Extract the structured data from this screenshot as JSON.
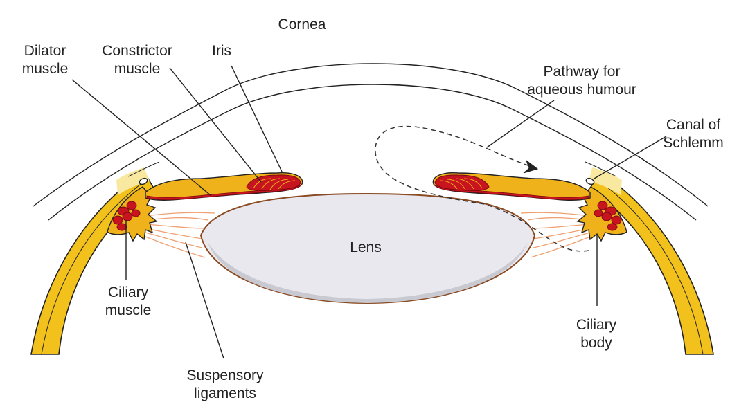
{
  "colors": {
    "sclera_fill": "#f2c11c",
    "sclera_highlight": "#f8e8a0",
    "iris_fill": "#f0b21a",
    "muscle_red": "#c8141e",
    "muscle_stroke": "#7a0a10",
    "ligament": "#efa070",
    "lens_fill": "#e8e8ee",
    "lens_stroke": "#8a4a22",
    "outline": "#222222",
    "label_text": "#222222",
    "pathway_dash": "#333333"
  },
  "icons": {
    "pathway_arrow": "dashed-arrow-icon"
  },
  "labels": {
    "cornea": "Cornea",
    "dilator": {
      "line1": "Dilator",
      "line2": "muscle"
    },
    "constrictor": {
      "line1": "Constrictor",
      "line2": "muscle"
    },
    "iris": "Iris",
    "pathway": {
      "line1": "Pathway for",
      "line2": "aqueous humour"
    },
    "canal": {
      "line1": "Canal of",
      "line2": "Schlemm"
    },
    "lens": "Lens",
    "ciliary_muscle": {
      "line1": "Ciliary",
      "line2": "muscle"
    },
    "ciliary_body": {
      "line1": "Ciliary",
      "line2": "body"
    },
    "suspensory": {
      "line1": "Suspensory",
      "line2": "ligaments"
    }
  }
}
